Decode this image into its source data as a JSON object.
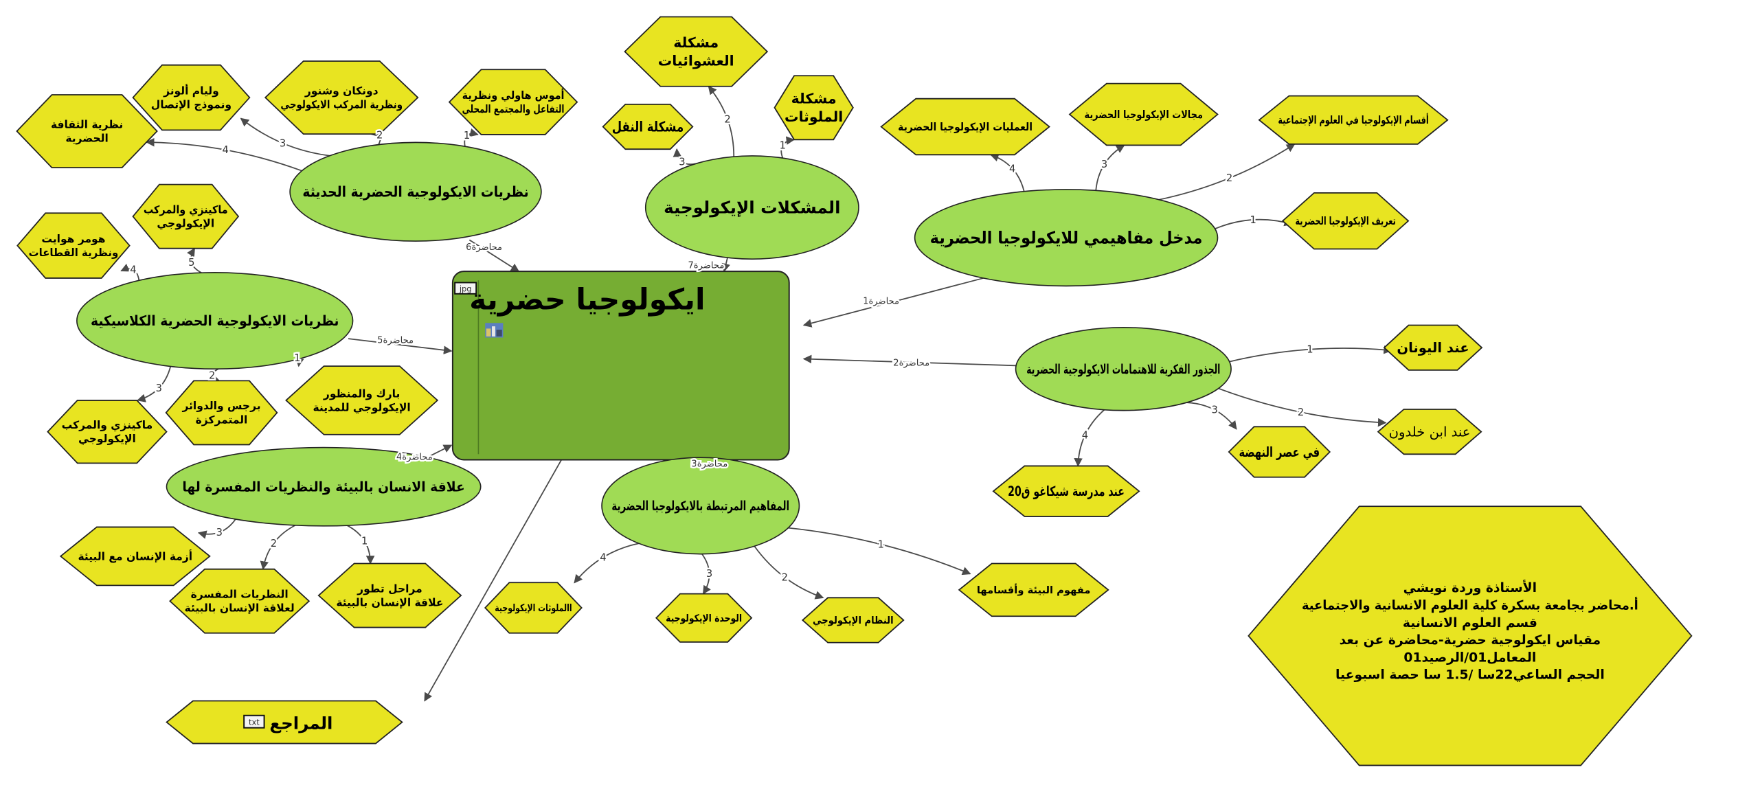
{
  "colors": {
    "hexagon_fill": "#E8E421",
    "topic_ellipse_fill": "#A0DB55",
    "center_fill": "#76AD33",
    "edge": "#4A4A4A"
  },
  "center": {
    "title": "ايكولوجيا حضرية",
    "attachment_badge": "jpg",
    "thumbnail": "city-image-thumbnail"
  },
  "topics": [
    {
      "id": "intro",
      "label": "مدخل مفاهيمي للايكولوجيا الحضرية",
      "lecture": "محاضرة1",
      "children": [
        {
          "n": "1",
          "lines": [
            "تعريف الإيكولوجيا الحضرية"
          ]
        },
        {
          "n": "2",
          "lines": [
            "أقسام الإيكولوجيا في العلوم الإجتماعية"
          ]
        },
        {
          "n": "3",
          "lines": [
            "مجالات الإيكولوجيا الحضرية"
          ]
        },
        {
          "n": "4",
          "lines": [
            "العمليات الإيكولوجيا الحضرية"
          ]
        }
      ]
    },
    {
      "id": "roots",
      "label": "الجذور الفكرية للاهتمامات الايكولوجية الحضرية",
      "lecture": "محاضرة2",
      "children": [
        {
          "n": "1",
          "lines": [
            "عند اليونان"
          ]
        },
        {
          "n": "2",
          "lines": [
            "عند ابن خلدون"
          ]
        },
        {
          "n": "3",
          "lines": [
            "في عصر النهضة"
          ]
        },
        {
          "n": "4",
          "lines": [
            "عند مدرسة شيكاغو ق20"
          ]
        }
      ]
    },
    {
      "id": "concepts",
      "label": "المفاهيم المرتبطة بالايكولوجيا الحضرية",
      "lecture": "محاضرة3",
      "children": [
        {
          "n": "1",
          "lines": [
            "مفهوم البيئة وأقسامها"
          ]
        },
        {
          "n": "2",
          "lines": [
            "النظام الإيكولوجي"
          ]
        },
        {
          "n": "3",
          "lines": [
            "الوحدة الإيكولوجية"
          ]
        },
        {
          "n": "4",
          "lines": [
            "االملوثات الإيكولوجية"
          ]
        }
      ]
    },
    {
      "id": "relation",
      "label": "علاقة الانسان بالبيئة والنظريات المفسرة لها",
      "lecture": "محاضرة4",
      "children": [
        {
          "n": "1",
          "lines": [
            "مراحل تطور",
            "علاقة الإنسان بالبيئة"
          ]
        },
        {
          "n": "2",
          "lines": [
            "النظريات المفسرة",
            "لعلاقة الإنسان بالبيئة"
          ]
        },
        {
          "n": "3",
          "lines": [
            "أزمة الإنسان  مع البيئة"
          ]
        }
      ]
    },
    {
      "id": "classic",
      "label": "نظريات الايكولوجية الحضرية الكلاسيكية",
      "lecture": "محاضرة5",
      "children": [
        {
          "n": "1",
          "lines": [
            "بارك والمنظور",
            "الإيكولوجي للمدينة"
          ]
        },
        {
          "n": "2",
          "lines": [
            "برجس والدوائر",
            "المتمركزة"
          ]
        },
        {
          "n": "3",
          "lines": [
            "ماكينزي والمركب",
            "الإيكولوجي"
          ]
        },
        {
          "n": "4",
          "lines": [
            "هومر هوايت",
            "ونظرية القطاعات"
          ]
        },
        {
          "n": "5",
          "lines": [
            "ماكينزي والمركب",
            "الإيكولوجي"
          ]
        }
      ]
    },
    {
      "id": "modern",
      "label": "نظريات الايكولوجية الحضرية الحديثة",
      "lecture": "محاضرة6",
      "children": [
        {
          "n": "1",
          "lines": [
            "أموس هاولي ونظرية",
            "التفاعل والمجتمع المحلي"
          ]
        },
        {
          "n": "2",
          "lines": [
            "دونكان وشنور",
            "ونظرية المركب الايكولوجي"
          ]
        },
        {
          "n": "3",
          "lines": [
            "وليام ألونز",
            "ونموذج الإتصال"
          ]
        },
        {
          "n": "4",
          "lines": [
            "نظرية الثقافة",
            "الحضرية"
          ]
        }
      ]
    },
    {
      "id": "problems",
      "label": "المشكلات الإيكولوجية",
      "lecture": "محاضرة7",
      "children": [
        {
          "n": "1",
          "lines": [
            "مشكلة",
            "الملوثات"
          ]
        },
        {
          "n": "2",
          "lines": [
            "مشكلة",
            "العشوائيات"
          ]
        },
        {
          "n": "3",
          "lines": [
            "مشكلة النقل"
          ]
        }
      ]
    }
  ],
  "references": {
    "label": "المراجع",
    "attachment_badge": "txt"
  },
  "info_box": {
    "lines": [
      "الأستاذة وردة نويشي",
      "أ.محاضر بجامعة بسكرة كلية العلوم الانسانية والاجتماعية",
      "قسم العلوم الانسانية",
      "مقياس ايكولوجية حضرية-محاضرة عن بعد",
      "المعامل01/الرصيد01",
      "الحجم الساعي22سا /1.5 سا حصة اسبوعيا"
    ]
  }
}
